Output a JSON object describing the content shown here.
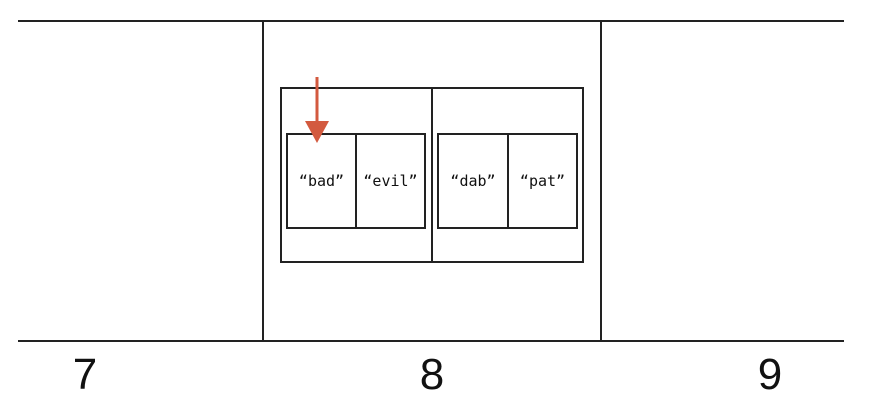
{
  "slots": [
    {
      "index": "7"
    },
    {
      "index": "8"
    },
    {
      "index": "9"
    }
  ],
  "nested": {
    "groups": [
      {
        "items": [
          "“bad”",
          "“evil”"
        ]
      },
      {
        "items": [
          "“dab”",
          "“pat”"
        ]
      }
    ]
  },
  "pointer": {
    "icon": "down-arrow-icon",
    "color": "#d35a3f"
  }
}
